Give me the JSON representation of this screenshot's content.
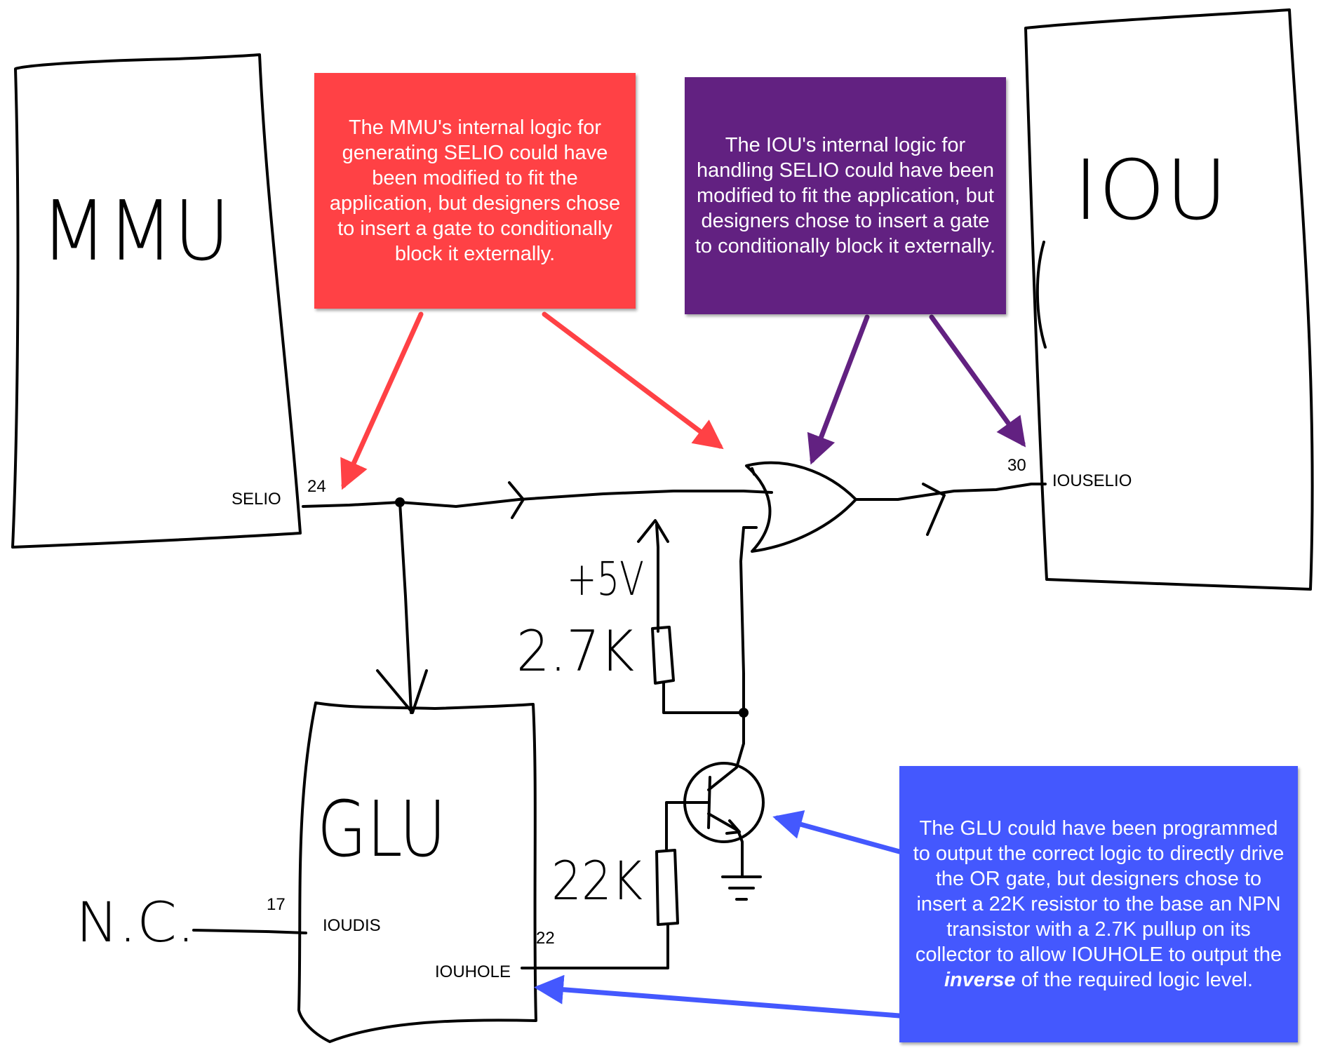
{
  "blocks": {
    "mmu": {
      "label": "MMU"
    },
    "iou": {
      "label": "IOU"
    },
    "glu": {
      "label": "GLU"
    }
  },
  "pins": {
    "selio_label": "SELIO",
    "selio_num": "24",
    "iouselio_label": "IOUSELIO",
    "iouselio_num": "30",
    "ioudis_label": "IOUDIS",
    "ioudis_num": "17",
    "iouhole_label": "IOUHOLE",
    "iouhole_num": "22"
  },
  "handwritten": {
    "plus5v": "+5V",
    "r_pullup": "2.7K",
    "r_base": "22K",
    "nc": "N.C."
  },
  "notes": {
    "red": "The MMU's internal logic for generating SELIO could have been modified to fit the application, but designers chose to insert a gate to conditionally block it externally.",
    "purple": "The IOU's internal logic for handling SELIO could have been modified to fit the application, but designers chose to insert a gate to conditionally block it externally.",
    "blue_before": "The GLU could have been programmed to output the correct logic to directly drive the OR gate, but designers chose to insert a 22K resistor to the base an NPN transistor with a 2.7K pullup on its collector to allow IOUHOLE to output the",
    "blue_emph": "inverse",
    "blue_after": "of the required logic level."
  },
  "colors": {
    "red": "#ff4145",
    "purple": "#622181",
    "blue": "#4458fe",
    "ink": "#000000"
  }
}
